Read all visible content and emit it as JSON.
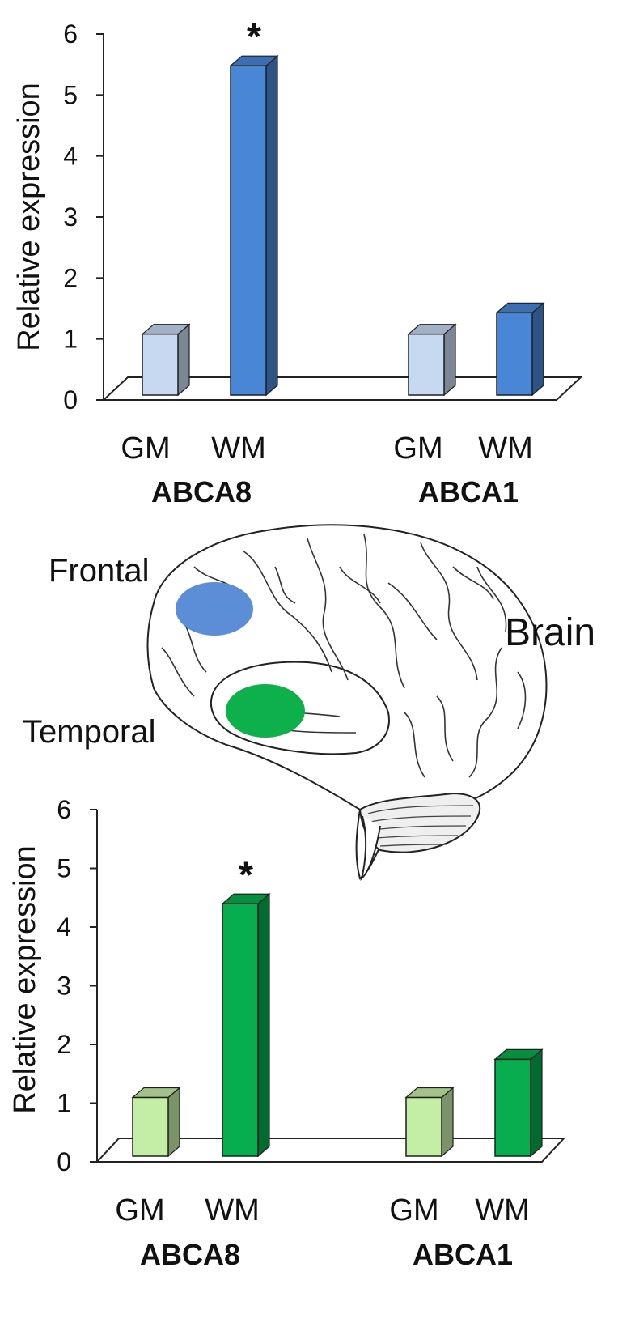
{
  "colors": {
    "frontal_gm": "#c6d9f1",
    "frontal_wm": "#4a86d6",
    "temporal_gm": "#c4eea6",
    "temporal_wm": "#07ad4e",
    "frontal_region": "#5b8ed6",
    "temporal_region": "#0db04b"
  },
  "brain": {
    "label": "Brain",
    "frontal_label": "Frontal",
    "temporal_label": "Temporal"
  },
  "chart_data": [
    {
      "type": "bar",
      "region": "Frontal",
      "ylabel": "Relative expression",
      "ylim": [
        0,
        6
      ],
      "yticks": [
        "0",
        "1",
        "2",
        "3",
        "4",
        "5",
        "6"
      ],
      "groups": [
        {
          "name": "ABCA8",
          "categories": [
            "GM",
            "WM"
          ],
          "values": [
            1.0,
            5.4
          ],
          "significance": "*"
        },
        {
          "name": "ABCA1",
          "categories": [
            "GM",
            "WM"
          ],
          "values": [
            1.0,
            1.35
          ],
          "significance": ""
        }
      ]
    },
    {
      "type": "bar",
      "region": "Temporal",
      "ylabel": "Relative expression",
      "ylim": [
        0,
        6
      ],
      "yticks": [
        "0",
        "1",
        "2",
        "3",
        "4",
        "5",
        "6"
      ],
      "groups": [
        {
          "name": "ABCA8",
          "categories": [
            "GM",
            "WM"
          ],
          "values": [
            1.0,
            4.3
          ],
          "significance": "*"
        },
        {
          "name": "ABCA1",
          "categories": [
            "GM",
            "WM"
          ],
          "values": [
            1.0,
            1.65
          ],
          "significance": ""
        }
      ]
    }
  ]
}
